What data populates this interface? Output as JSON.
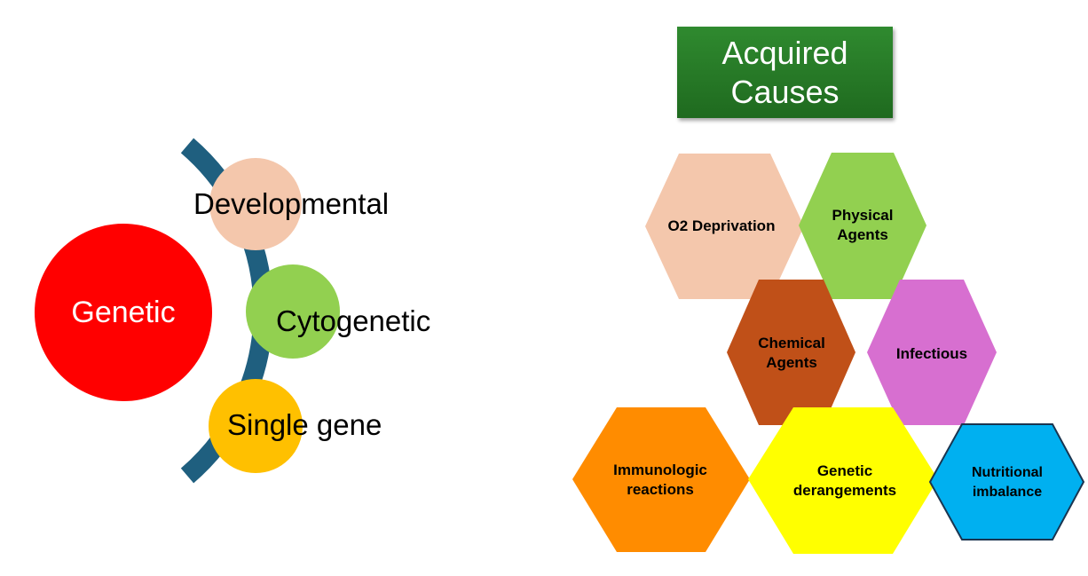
{
  "left_diagram": {
    "main": {
      "label": "Genetic",
      "color": "#ff0000"
    },
    "arc_color": "#1f5f7f",
    "items": [
      {
        "label": "Developmental",
        "color": "#f4c7ac"
      },
      {
        "label": "Cytogenetic",
        "color": "#92d050"
      },
      {
        "label": "Single gene",
        "color": "#ffc000"
      }
    ]
  },
  "right_diagram": {
    "title": "Acquired Causes",
    "hexagons": [
      {
        "label": "O2 Deprivation",
        "color": "#f4c7ac"
      },
      {
        "label": "Physical Agents",
        "color": "#92d050"
      },
      {
        "label": "Chemical Agents",
        "color": "#c05018"
      },
      {
        "label": "Infectious",
        "color": "#d76fd0"
      },
      {
        "label": "Immunologic reactions",
        "color": "#ff8c00"
      },
      {
        "label": "Genetic derangements",
        "color": "#ffff00"
      },
      {
        "label": "Nutritional imbalance",
        "color": "#00b0f0"
      }
    ]
  }
}
